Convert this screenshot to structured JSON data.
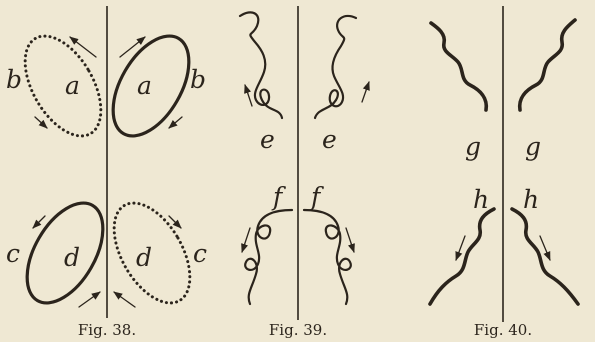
{
  "figures": [
    {
      "caption": "Fig. 38.",
      "labels": {
        "upper_left_outer": "b",
        "upper_left_inner": "a",
        "upper_right_inner": "a",
        "upper_right_outer": "b",
        "lower_left_outer": "c",
        "lower_left_inner": "d",
        "lower_right_inner": "d",
        "lower_right_outer": "c"
      }
    },
    {
      "caption": "Fig. 39.",
      "labels": {
        "upper_left": "e",
        "upper_right": "e",
        "lower_left": "f",
        "lower_right": "f"
      }
    },
    {
      "caption": "Fig. 40.",
      "labels": {
        "upper_left": "g",
        "upper_right": "g",
        "lower_left": "h",
        "lower_right": "h"
      }
    }
  ]
}
